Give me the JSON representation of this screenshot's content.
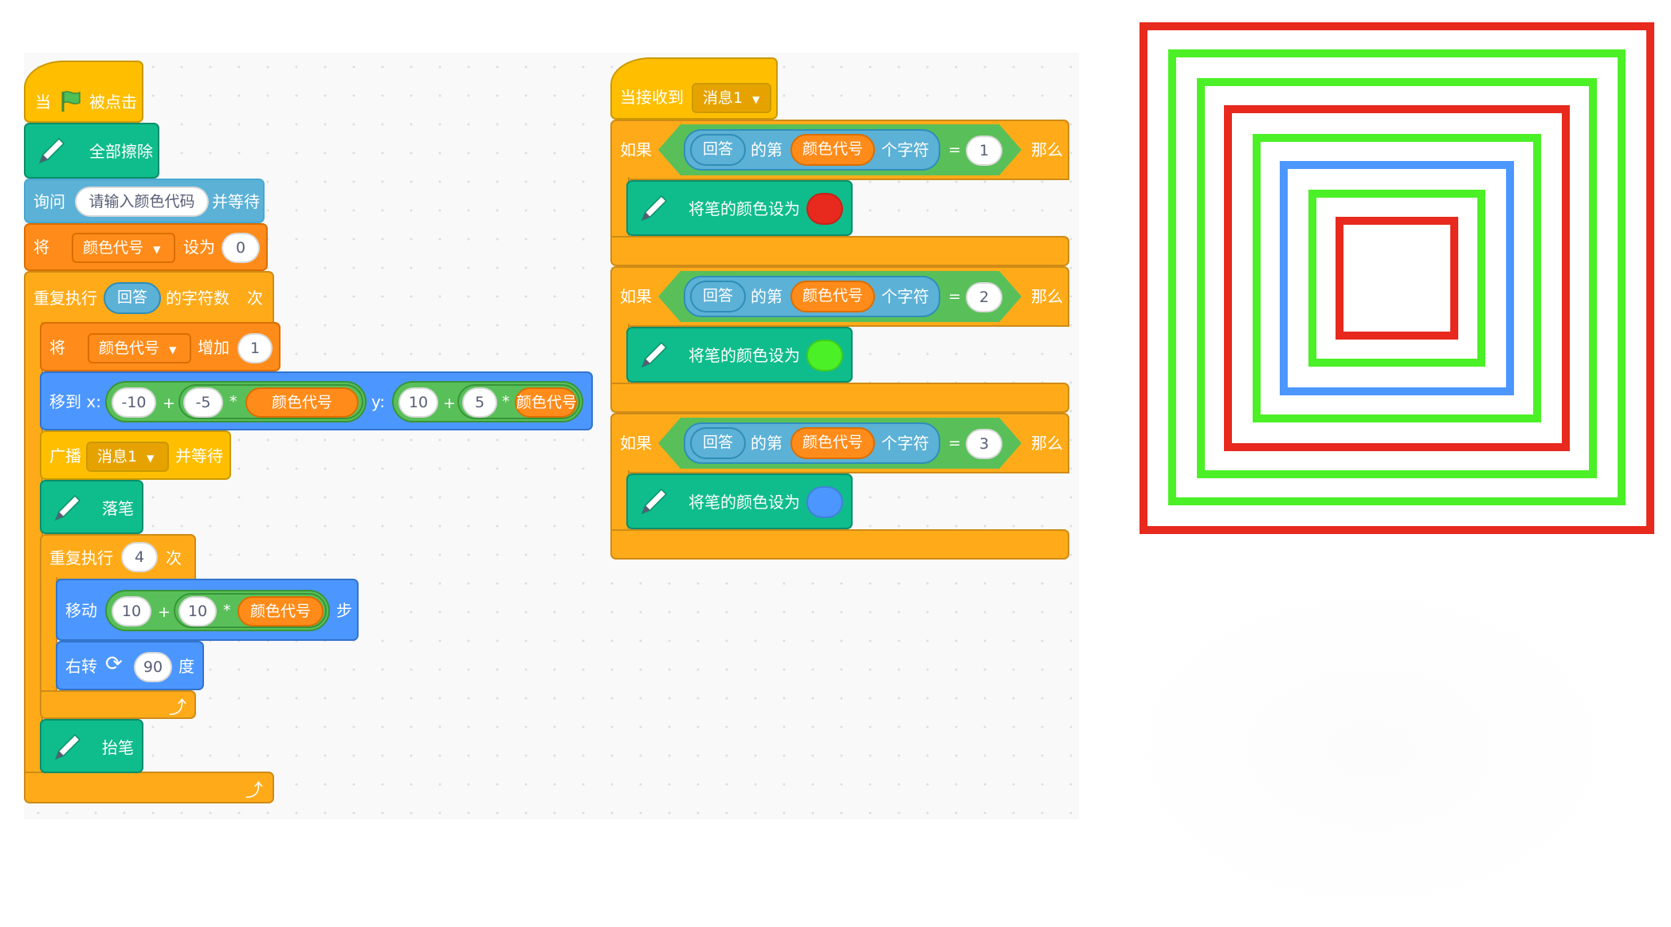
{
  "colors": {
    "event": "#FFBF00",
    "control": "#FFAB19",
    "pen": "#0FBD8C",
    "sensing": "#5CB1D6",
    "motion": "#4C97FF",
    "variable": "#FF8C1A",
    "operator": "#59C059",
    "red": "#E8291E",
    "green": "#4CF026",
    "blue": "#4C97FF"
  },
  "icons": [
    "green-flag-icon",
    "pen-icon",
    "dropdown-arrow-icon",
    "rotate-right-icon",
    "loop-arrow-icon"
  ],
  "script1": {
    "hat_when": "当",
    "hat_clicked": "被点击",
    "erase_all": "全部擦除",
    "ask": {
      "label": "询问",
      "prompt": "请输入颜色代码",
      "wait": "并等待"
    },
    "set_var": {
      "label": "将",
      "var": "颜色代号",
      "to": "设为",
      "value": "0"
    },
    "repeat_outer": {
      "label": "重复执行",
      "reporter": "回答",
      "of": "的字符数",
      "times": "次"
    },
    "change_var": {
      "label": "将",
      "var": "颜色代号",
      "by": "增加",
      "value": "1"
    },
    "goto": {
      "label": "移到 x:",
      "x_a": "-10",
      "x_b": "-5",
      "var": "颜色代号",
      "y_label": "y:",
      "y_a": "10",
      "y_b": "5",
      "plus": "+",
      "times": "*"
    },
    "broadcast": {
      "label": "广播",
      "message": "消息1",
      "wait": "并等待"
    },
    "pen_down": "落笔",
    "repeat_inner": {
      "label": "重复执行",
      "count": "4",
      "times": "次"
    },
    "move": {
      "label": "移动",
      "a": "10",
      "b": "10",
      "var": "颜色代号",
      "steps": "步",
      "plus": "+",
      "times": "*"
    },
    "turn": {
      "label": "右转",
      "degrees": "90",
      "unit": "度"
    },
    "pen_up": "抬笔"
  },
  "script2": {
    "hat_label": "当接收到",
    "hat_message": "消息1",
    "conditions": [
      {
        "if": "如果",
        "reporter": "回答",
        "of": "的第",
        "var": "颜色代号",
        "chars": "个字符",
        "eq": "=",
        "value": "1",
        "then": "那么",
        "action": "将笔的颜色设为",
        "color": "#E8291E"
      },
      {
        "if": "如果",
        "reporter": "回答",
        "of": "的第",
        "var": "颜色代号",
        "chars": "个字符",
        "eq": "=",
        "value": "2",
        "then": "那么",
        "action": "将笔的颜色设为",
        "color": "#4CF026"
      },
      {
        "if": "如果",
        "reporter": "回答",
        "of": "的第",
        "var": "颜色代号",
        "chars": "个字符",
        "eq": "=",
        "value": "3",
        "then": "那么",
        "action": "将笔的颜色设为",
        "color": "#4C97FF"
      }
    ]
  },
  "stage_output": {
    "square_colors": [
      "#E8291E",
      "#4CF026",
      "#4CF026",
      "#E8291E",
      "#4CF026",
      "#4C97FF",
      "#4CF026",
      "#E8291E"
    ]
  }
}
